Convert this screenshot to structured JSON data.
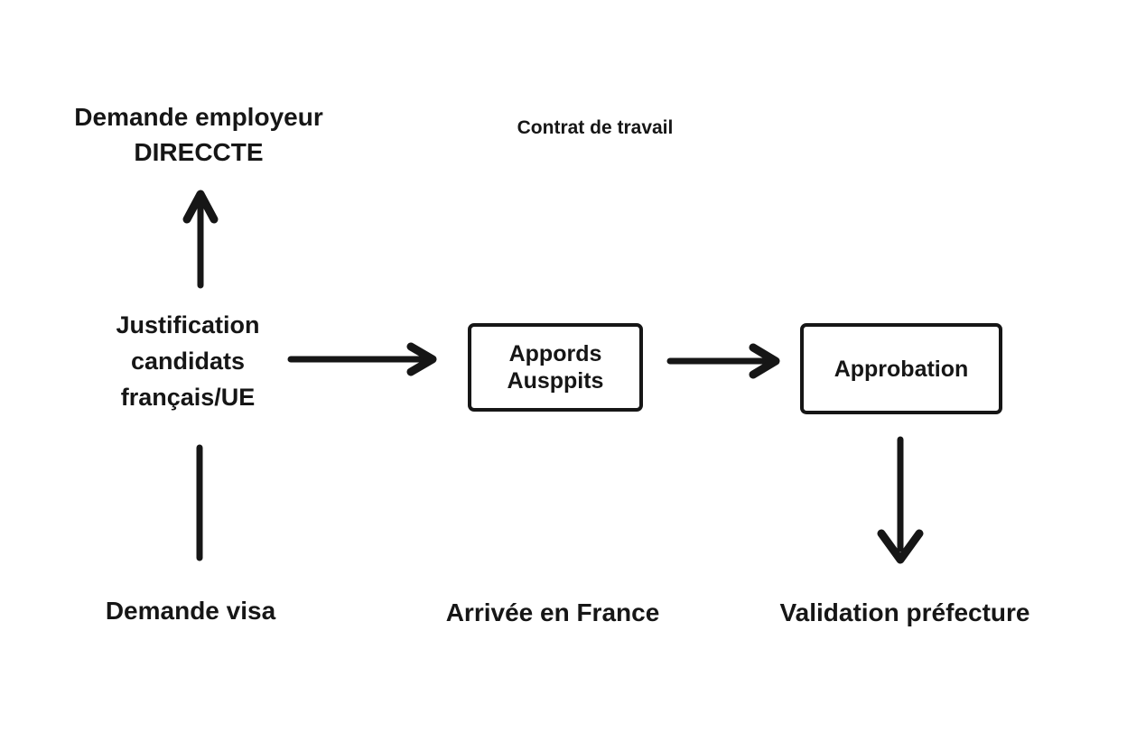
{
  "diagram": {
    "type": "flowchart",
    "colors": {
      "background": "#ffffff",
      "stroke": "#161616",
      "text": "#161616"
    },
    "nodes": {
      "demande_employeur": {
        "line1": "Demande employeur",
        "line2": "DIRECCTE"
      },
      "contrat_de_travail": {
        "label": "Contrat de travail"
      },
      "justification": {
        "line1": "Justification",
        "line2": "candidats",
        "line3": "français/UE"
      },
      "appords_box": {
        "line1": "Appords",
        "line2": "Ausppits"
      },
      "approbation_box": {
        "label": "Approbation"
      },
      "demande_visa": {
        "label": "Demande visa"
      },
      "arrivee_en_france": {
        "label": "Arrivée en France"
      },
      "validation_prefecture": {
        "label": "Validation préfecture"
      }
    },
    "edges": [
      {
        "from": "justification",
        "to": "demande_employeur",
        "direction": "up",
        "arrowhead": true
      },
      {
        "from": "justification",
        "to": "appords_box",
        "direction": "right",
        "arrowhead": true
      },
      {
        "from": "appords_box",
        "to": "approbation_box",
        "direction": "right",
        "arrowhead": true
      },
      {
        "from": "approbation_box",
        "to": "validation_prefecture",
        "direction": "down",
        "arrowhead": true
      },
      {
        "from": "justification",
        "to": "demande_visa",
        "direction": "down",
        "arrowhead": false
      }
    ]
  }
}
